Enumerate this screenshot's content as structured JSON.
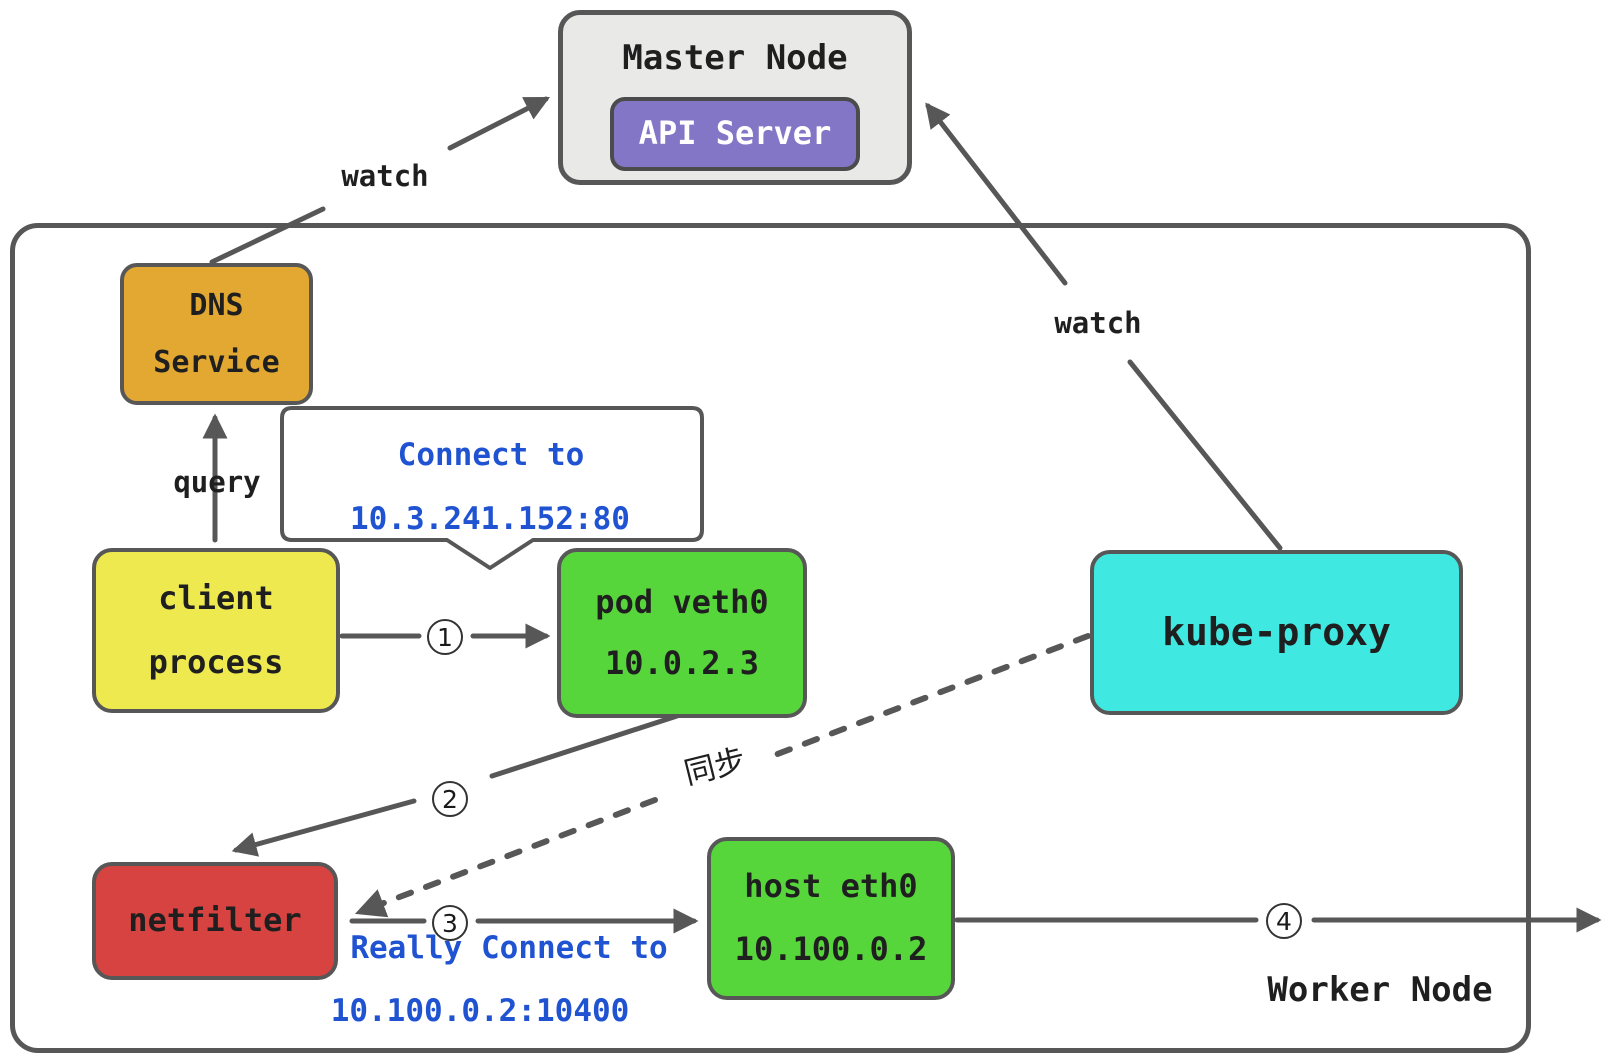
{
  "master_node": {
    "title": "Master Node",
    "api_server": "API Server"
  },
  "worker_node_label": "Worker Node",
  "nodes": {
    "dns_service": {
      "line1": "DNS",
      "line2": "Service"
    },
    "client_process": {
      "line1": "client",
      "line2": "process"
    },
    "pod_veth0": {
      "line1": "pod veth0",
      "line2": "10.0.2.3"
    },
    "kube_proxy": {
      "label": "kube-proxy"
    },
    "netfilter": {
      "label": "netfilter"
    },
    "host_eth0": {
      "line1": "host eth0",
      "line2": "10.100.0.2"
    }
  },
  "labels": {
    "watch_dns": "watch",
    "watch_kube_proxy": "watch",
    "query": "query",
    "sync": "同步"
  },
  "steps": {
    "one": "1",
    "two": "2",
    "three": "3",
    "four": "4"
  },
  "callout": {
    "line1": "Connect to",
    "line2": "10.3.241.152:80"
  },
  "note": {
    "line1": "Really Connect to",
    "line2": "10.100.0.2:10400"
  },
  "colors": {
    "line": "#575757",
    "master_fill": "#e9e9e7",
    "api_server_fill": "#8376c7",
    "dns_fill": "#e3a831",
    "client_fill": "#ede94f",
    "pod_fill": "#57d63c",
    "kube_proxy_fill": "#3fe9e1",
    "netfilter_fill": "#d64340",
    "host_fill": "#57d63c",
    "callout_text": "#1f53d1"
  }
}
